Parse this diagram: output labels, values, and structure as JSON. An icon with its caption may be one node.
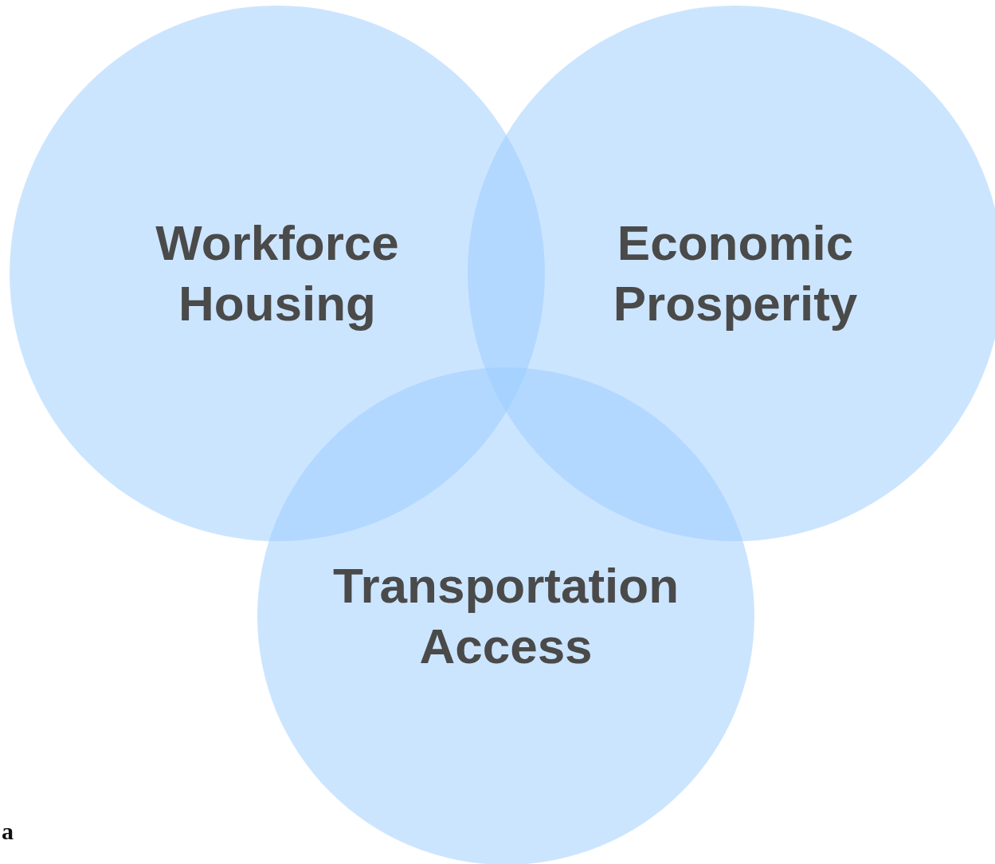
{
  "diagram": {
    "nodes": [
      {
        "text": [
          "Workforce Housing"
        ]
      },
      {
        "text": [
          "Economic Prosperity"
        ]
      },
      {
        "text": [
          "Transportation Access"
        ]
      }
    ],
    "labels": [
      "a"
    ]
  }
}
